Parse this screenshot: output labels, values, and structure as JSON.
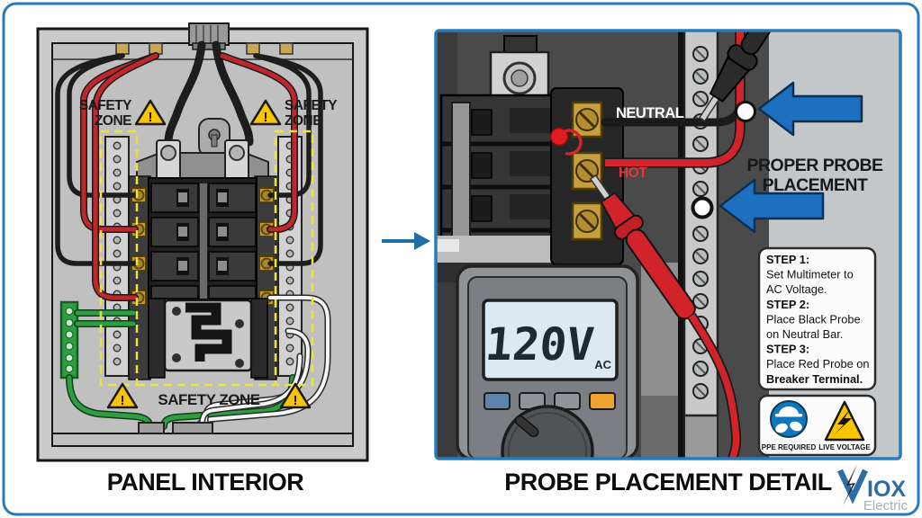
{
  "colors": {
    "frame_blue": "#2b7ab8",
    "arrow_blue": "#1d6fc0",
    "wire_red": "#d2232a",
    "hot_red": "#e8353c",
    "wire_green": "#2f9e41",
    "safety_yellow": "#f8c500",
    "dashed_yellow": "#ece33f",
    "brass": "#c79f3e",
    "lcd_bg": "#dde9f2",
    "logo_blue": "#2e6da4",
    "logo_gray": "#a9aeb4"
  },
  "left_panel": {
    "caption": "PANEL INTERIOR",
    "safety_zone_top_left": {
      "line1": "SAFETY",
      "line2": "ZONE"
    },
    "safety_zone_top_right": {
      "line1": "SAFETY",
      "line2": "ZONE"
    },
    "safety_zone_bottom": "SAFETY ZONE",
    "warning_mark": "!"
  },
  "right_panel": {
    "caption": "PROBE PLACEMENT DETAIL",
    "neutral_label": "NEUTRAL",
    "hot_label": "HOT",
    "callout": {
      "line1": "PROPER PROBE",
      "line2": "PLACEMENT"
    },
    "steps": {
      "step1_title": "STEP 1:",
      "step1_line1": "Set Multimeter to",
      "step1_line2": "AC Voltage.",
      "step2_title": "STEP 2:",
      "step2_line1": "Place Black Probe",
      "step2_line2": "on Neutral Bar.",
      "step3_title": "STEP 3:",
      "step3_line1": "Place Red Probe on",
      "step3_line2": "Breaker Terminal."
    },
    "badges": {
      "ppe": "PPE REQUIRED",
      "voltage": "LIVE VOLTAGE"
    },
    "multimeter": {
      "reading": "120V",
      "mode": "AC"
    }
  },
  "logo": {
    "iox": "IOX",
    "electric": "Electric"
  }
}
